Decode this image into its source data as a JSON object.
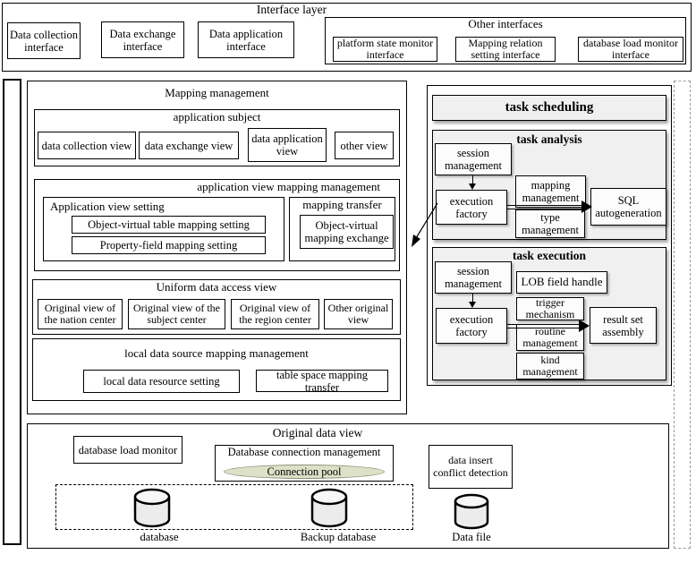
{
  "interface_layer": {
    "title": "Interface layer",
    "boxes": [
      "Data collection interface",
      "Data exchange interface",
      "Data application interface"
    ],
    "other": {
      "title": "Other interfaces",
      "boxes": [
        "platform state monitor interface",
        "Mapping relation setting interface",
        "database load monitor interface"
      ]
    }
  },
  "mapping": {
    "title": "Mapping management",
    "subject": {
      "title": "application subject",
      "boxes": [
        "data collection view",
        "data exchange view",
        "data application view",
        "other view"
      ]
    },
    "view_mapping": {
      "title": "application view mapping management",
      "setting": {
        "title": "Application view setting",
        "boxes": [
          "Object-virtual table mapping setting",
          "Property-field mapping setting"
        ]
      },
      "transfer": {
        "title": "mapping transfer",
        "box": "Object-virtual mapping exchange"
      }
    },
    "uniform": {
      "title": "Uniform data access view",
      "boxes": [
        "Original view of the nation center",
        "Original view of the subject center",
        "Original view of the region center",
        "Other original view"
      ]
    },
    "local": {
      "title": "local data source mapping management",
      "boxes": [
        "local data resource setting",
        "table space mapping transfer"
      ]
    }
  },
  "tasks": {
    "scheduling": "task scheduling",
    "analysis": {
      "title": "task analysis",
      "session": "session management",
      "factory": "execution factory",
      "mapping": "mapping management",
      "type": "type management",
      "sql": "SQL autogeneration"
    },
    "execution": {
      "title": "task execution",
      "session": "session management",
      "factory": "execution factory",
      "lob": "LOB field handle",
      "trigger": "trigger mechanism",
      "routine": "routine management",
      "kind": "kind management",
      "result": "result set assembly"
    }
  },
  "original": {
    "title": "Original data view",
    "load_monitor": "database load monitor",
    "connection": {
      "title": "Database connection management",
      "pool": "Connection pool"
    },
    "conflict": "data insert conflict detection",
    "labels": {
      "database": "database",
      "backup": "Backup database",
      "data_file": "Data file"
    }
  },
  "colors": {
    "panel_gray": "#f0f0f0",
    "inner_box": "#fcfcfc",
    "connection_pool_green": "#dce1c8",
    "cylinder_fill": "#ececec",
    "line_black": "#000000",
    "side_bar_gray": "#999999"
  }
}
